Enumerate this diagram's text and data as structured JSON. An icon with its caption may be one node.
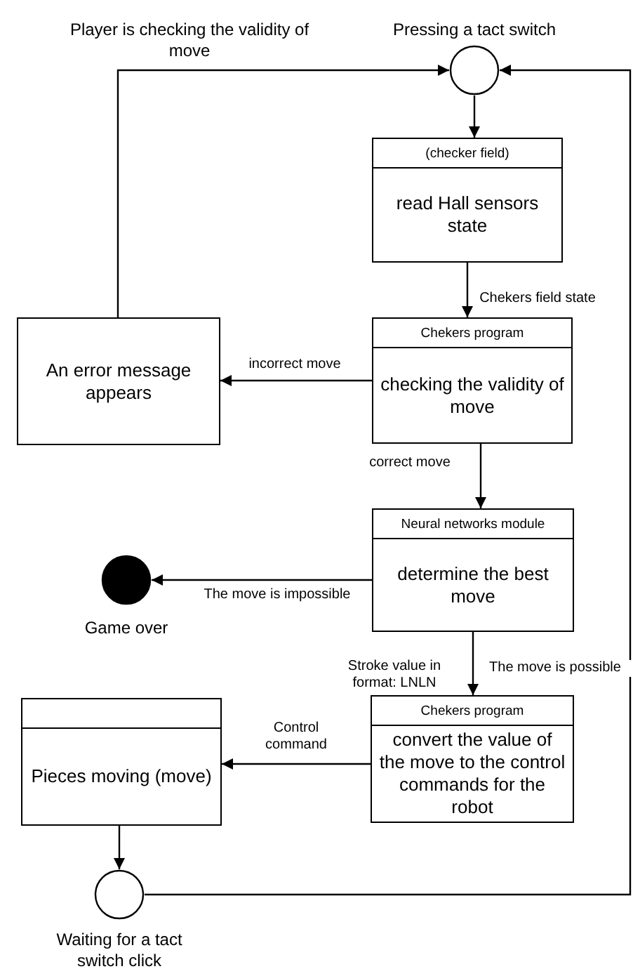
{
  "diagram": {
    "nodes": [
      {
        "text": [],
        "shape": "circle",
        "beside": [
          "Pressing a tact switch"
        ]
      },
      {
        "text": [
          "(checker field)",
          "read Hall sensors state"
        ]
      },
      {
        "text": [
          "Chekers program",
          "checking the validity of move"
        ]
      },
      {
        "text": [
          "An error message appears"
        ]
      },
      {
        "text": [
          "Neural networks module",
          "determine the best move"
        ]
      },
      {
        "text": [],
        "shape": "circle",
        "beside": [
          "Game over"
        ]
      },
      {
        "text": [
          "Chekers program",
          "convert the value of the move to the control commands for the robot"
        ]
      },
      {
        "text": [
          "Pieces moving (move)"
        ]
      },
      {
        "text": [],
        "shape": "circle",
        "beside": [
          "Waiting for a tact switch click"
        ]
      }
    ],
    "edges": [
      {
        "from": 0,
        "to": 1,
        "arrow": "to"
      },
      {
        "from": 1,
        "to": 2,
        "arrow": "to",
        "label": "Chekers field state"
      },
      {
        "from": 2,
        "to": 3,
        "arrow": "to",
        "label": "incorrect move"
      },
      {
        "from": 3,
        "to": 0,
        "arrow": "to",
        "label": "Player is checking the validity of move"
      },
      {
        "from": 2,
        "to": 4,
        "arrow": "to",
        "label": "correct move"
      },
      {
        "from": 4,
        "to": 5,
        "arrow": "to",
        "label": "The move is impossible"
      },
      {
        "from": 4,
        "to": 6,
        "arrow": "to",
        "label": "The move is possible"
      },
      {
        "from": 6,
        "to": 7,
        "arrow": "to",
        "label": "Control command"
      },
      {
        "from": 7,
        "to": 8,
        "arrow": "to"
      },
      {
        "from": 8,
        "to": 0,
        "arrow": "to"
      }
    ],
    "labels": [
      "Stroke value in format: LNLN"
    ]
  }
}
